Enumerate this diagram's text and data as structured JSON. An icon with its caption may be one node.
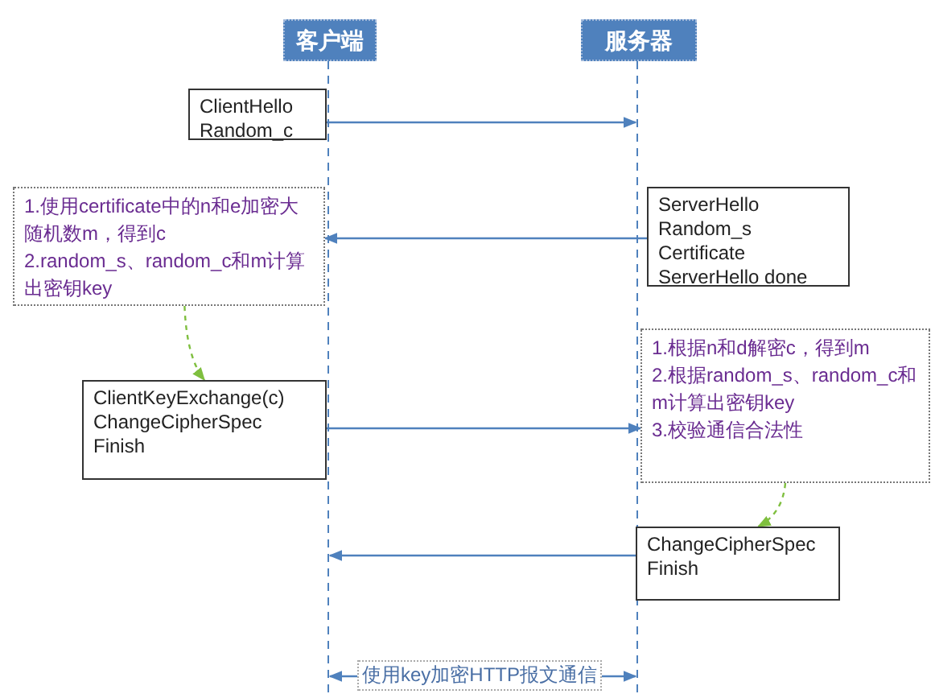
{
  "diagram": {
    "nodes": [
      {
        "text": [
          "客户端"
        ]
      },
      {
        "text": [
          "服务器"
        ]
      },
      {
        "text": [
          "ClientHello",
          "Random_c"
        ]
      },
      {
        "text": [
          "1.使用certificate中的n和e加密大随机数m，得到c",
          "2.random_s、random_c和m计算出密钥key"
        ]
      },
      {
        "text": [
          "ServerHello",
          "Random_s",
          "Certificate",
          "ServerHello done"
        ]
      },
      {
        "text": [
          "ClientKeyExchange(c)",
          "ChangeCipherSpec",
          "Finish"
        ]
      },
      {
        "text": [
          "1.根据n和d解密c，得到m",
          "2.根据random_s、random_c和m计算出密钥key",
          "3.校验通信合法性"
        ]
      },
      {
        "text": [
          "ChangeCipherSpec",
          "Finish"
        ]
      },
      {
        "text": [
          "使用key加密HTTP报文通信"
        ]
      }
    ],
    "edges": [
      {
        "from": 2,
        "to": null,
        "arrow": "to"
      },
      {
        "from": 4,
        "to": 3,
        "arrow": "to"
      },
      {
        "from": 3,
        "to": 5,
        "arrow": "to",
        "style": "dashed",
        "color": "#7fbf3f"
      },
      {
        "from": 5,
        "to": 6,
        "arrow": "to"
      },
      {
        "from": 6,
        "to": 7,
        "arrow": "to",
        "style": "dashed",
        "color": "#7fbf3f"
      },
      {
        "from": 7,
        "to": null,
        "arrow": "to"
      },
      {
        "from": 8,
        "to": null,
        "arrow": "to"
      },
      {
        "from": 8,
        "to": null,
        "arrow": "to"
      }
    ]
  }
}
